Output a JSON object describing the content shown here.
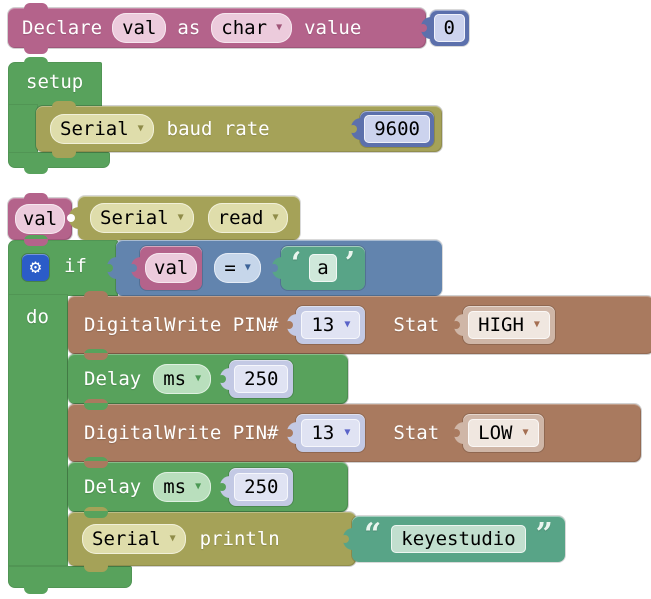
{
  "colors": {
    "magenta_block": "#b4638b",
    "olive_block": "#a5a258",
    "green_block": "#58a25c",
    "brown_block": "#a97a5f",
    "blue_compare_block": "#6284ae",
    "teal_string_block": "#58a487",
    "number_block_dark": "#5c70ac",
    "number_block_light": "#c3c9e4",
    "beige_dropdown_block": "#cfb6a7",
    "gear_button": "#2b5cc8",
    "workspace_background": "#ffffff"
  },
  "icons": {
    "gear": "⚙",
    "dropdown_arrow": "▼"
  },
  "declare_block": {
    "label": "Declare",
    "variable": "val",
    "as_label": "as",
    "type": "char",
    "value_label": "value",
    "value": "0"
  },
  "setup_block": {
    "label": "setup",
    "serial_port": "Serial",
    "baud_label": "baud rate",
    "baud_rate": "9600"
  },
  "loop_stack": {
    "assignment": {
      "variable": "val",
      "serial_port": "Serial",
      "method": "read"
    },
    "if_block": {
      "if_label": "if",
      "do_label": "do"
    },
    "condition": {
      "variable": "val",
      "operator": "=",
      "open_quote": "‘",
      "char_value": "a",
      "close_quote": "’"
    },
    "digitalwrite_high": {
      "label": "DigitalWrite PIN#",
      "pin": "13",
      "stat_label": "Stat",
      "stat": "HIGH"
    },
    "delay_1": {
      "label": "Delay",
      "unit": "ms",
      "value": "250"
    },
    "digitalwrite_low": {
      "label": "DigitalWrite PIN#",
      "pin": "13",
      "stat_label": "Stat",
      "stat": "LOW"
    },
    "delay_2": {
      "label": "Delay",
      "unit": "ms",
      "value": "250"
    },
    "serial_println": {
      "serial_port": "Serial",
      "label": "println",
      "open_quote": "“",
      "text": "keyestudio",
      "close_quote": "”"
    }
  }
}
